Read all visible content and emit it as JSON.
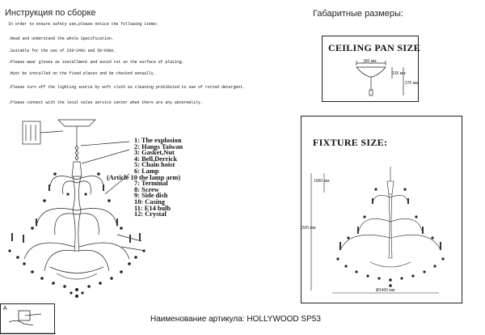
{
  "header": {
    "assembly_title": "Инструкция по сборке",
    "dimensions_title": "Габаритные размеры:"
  },
  "instructions": [
    "In order to ensure safety use,please notice the following items:",
    ".Read and understand the whole Specification.",
    ".Suitable for the use of 220~240v and 50~60Hz.",
    ".Please wear gloves as installment and avoid rot on the surface of plating.",
    ".Must be installed on the fixed places and be checked annually.",
    ".Please turn off the lighting source by soft cloth as cleaning prohibited to use of rotted detergent.",
    ".Please connect with the local sales service center when there are any abnormality."
  ],
  "parts": [
    "1: The explosion",
    "2: Hangs Taiwan",
    "3: Gasket,Nut",
    "4: Bell,Derrick",
    "5: Chain hoist",
    "6: Lamp",
    "(Article 10 the lamp arm)",
    "7: Terminal",
    "8: Screw",
    "9: Side dish",
    "10: Casing",
    "11: E14 bulb",
    "12: Crystal"
  ],
  "ceiling_pan": {
    "title": "CEILING PAN SIZE",
    "width_label": "180 мм",
    "height_label": "135 мм",
    "total_label": "270 мм"
  },
  "fixture": {
    "title": "FIXTURE SIZE:",
    "drop_label": "1000 мм",
    "height_label": "1500 мм",
    "diameter_label": "Ø1400 мм"
  },
  "footer": {
    "article_label": "Наименование артикула: HOLLYWOOD SP53"
  },
  "warning_tag": "A"
}
